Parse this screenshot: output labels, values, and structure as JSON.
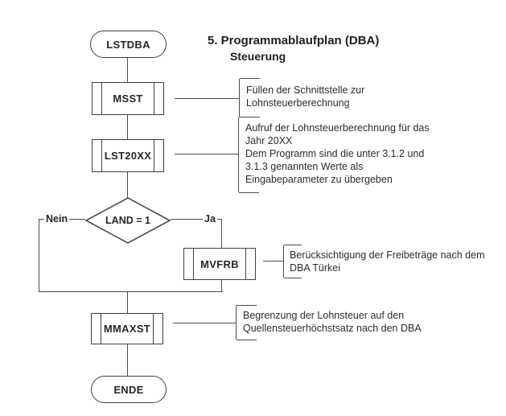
{
  "colors": {
    "line": "#4c4c4c",
    "box_border": "#3f3f3f",
    "text": "#262626"
  },
  "title": {
    "heading": "5. Programmablaufplan (DBA)",
    "subheading": "Steuerung"
  },
  "nodes": {
    "start_label": "LSTDBA",
    "msst_label": "MSST",
    "lst_label": "LST20XX",
    "decision_label": "LAND = 1",
    "mvfrb_label": "MVFRB",
    "mmaxst_label": "MMAXST",
    "end_label": "ENDE"
  },
  "branches": {
    "no": "Nein",
    "yes": "Ja"
  },
  "annotations": {
    "msst": [
      "Füllen der Schnittstelle zur",
      "Lohnsteuerberechnung"
    ],
    "lst": [
      "Aufruf der Lohnsteuerberechnung für das",
      "Jahr 20XX",
      "Dem Programm sind die unter 3.1.2 und",
      "3.1.3 genannten Werte als",
      "Eingabeparameter zu übergeben"
    ],
    "mvfrb": [
      "Berücksichtigung der Freibeträge nach dem",
      "DBA Türkei"
    ],
    "mmaxst": [
      "Begrenzung der Lohnsteuer auf den",
      "Quellensteuerhöchstsatz nach den DBA"
    ]
  }
}
